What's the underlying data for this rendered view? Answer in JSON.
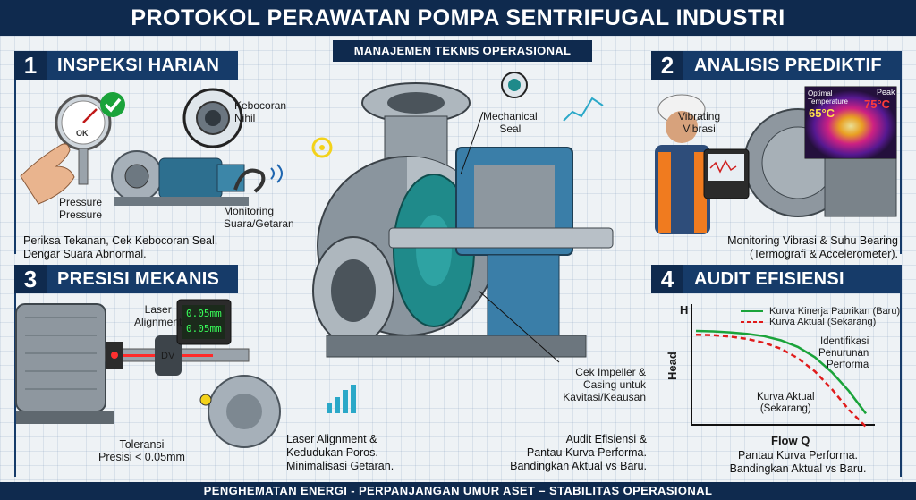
{
  "title": "PROTOKOL PERAWATAN POMPA SENTRIFUGAL INDUSTRI",
  "subtitle": "MANAJEMEN TEKNIS OPERASIONAL",
  "footer": "PENGHEMATAN ENERGI - PERPANJANGAN UMUR ASET – STABILITAS OPERASIONAL",
  "colors": {
    "navy": "#0f2a4e",
    "accent_green": "#1aa33a",
    "accent_red": "#e01b1b",
    "accent_yellow": "#f3d21a"
  },
  "sections": {
    "s1": {
      "number": "1",
      "title": "INSPEKSI HARIAN",
      "gauge_text": "OK",
      "labels": {
        "leak": "Kebocoran\nNihil",
        "pressure": "Pressure\nPressure",
        "monitor": "Monitoring\nSuara/Getaran"
      },
      "caption": "Periksa Tekanan, Cek Kebocoran Seal,\nDengar Suara Abnormal."
    },
    "s2": {
      "number": "2",
      "title": "ANALISIS PREDIKTIF",
      "labels": {
        "vib": "Vibrating\nVibrasi",
        "optimal": "Optimal\nTemperature",
        "peak": "Peak",
        "temp_ok": "65°C",
        "temp_peak": "75°C"
      },
      "caption": "Monitoring Vibrasi & Suhu Bearing\n(Termografi & Accelerometer)."
    },
    "s3": {
      "number": "3",
      "title": "PRESISI MEKANIS",
      "labels": {
        "laser": "Laser\nAlignment",
        "reading1": "0.05mm",
        "reading2": "0.05mm",
        "dv": "DV",
        "tol": "Toleransi\nPresisi < 0.05mm"
      }
    },
    "s4": {
      "number": "4",
      "title": "AUDIT EFISIENSI",
      "caption": "Pantau Kurva Performa.\nBandingkan Aktual vs Baru."
    },
    "center": {
      "seal_label": "Mechanical\nSeal",
      "impeller_label": "Cek Impeller &\nCasing untuk\nKavitasi/Keausan",
      "laser_caption": "Laser Alignment &\nKedudukan Poros.\nMinimalisasi Getaran.",
      "audit_caption": "Audit Efisiensi &\nPantau Kurva Performa.\nBandingkan Aktual vs Baru."
    }
  },
  "chart_data": {
    "type": "line",
    "title": "",
    "xlabel": "Flow Q",
    "ylabel": "Head",
    "y_axis_letter": "H",
    "x": [
      0,
      0.1,
      0.2,
      0.3,
      0.4,
      0.5,
      0.6,
      0.7,
      0.8,
      0.9,
      1.0
    ],
    "series": [
      {
        "name": "Kurva Kinerja Pabrikan (Baru)",
        "color": "#1aa33a",
        "style": "solid",
        "values": [
          1.0,
          0.995,
          0.985,
          0.97,
          0.945,
          0.9,
          0.83,
          0.72,
          0.56,
          0.36,
          0.12
        ]
      },
      {
        "name": "Kurva Aktual (Sekarang)",
        "color": "#e01b1b",
        "style": "dashed",
        "values": [
          0.96,
          0.955,
          0.94,
          0.915,
          0.875,
          0.81,
          0.71,
          0.57,
          0.38,
          0.16,
          -0.02
        ]
      }
    ],
    "annotations": [
      "Identifikasi\nPenurunan\nPerforma",
      "Kurva Aktual\n(Sekarang)"
    ],
    "grid": false,
    "legend": "top"
  }
}
